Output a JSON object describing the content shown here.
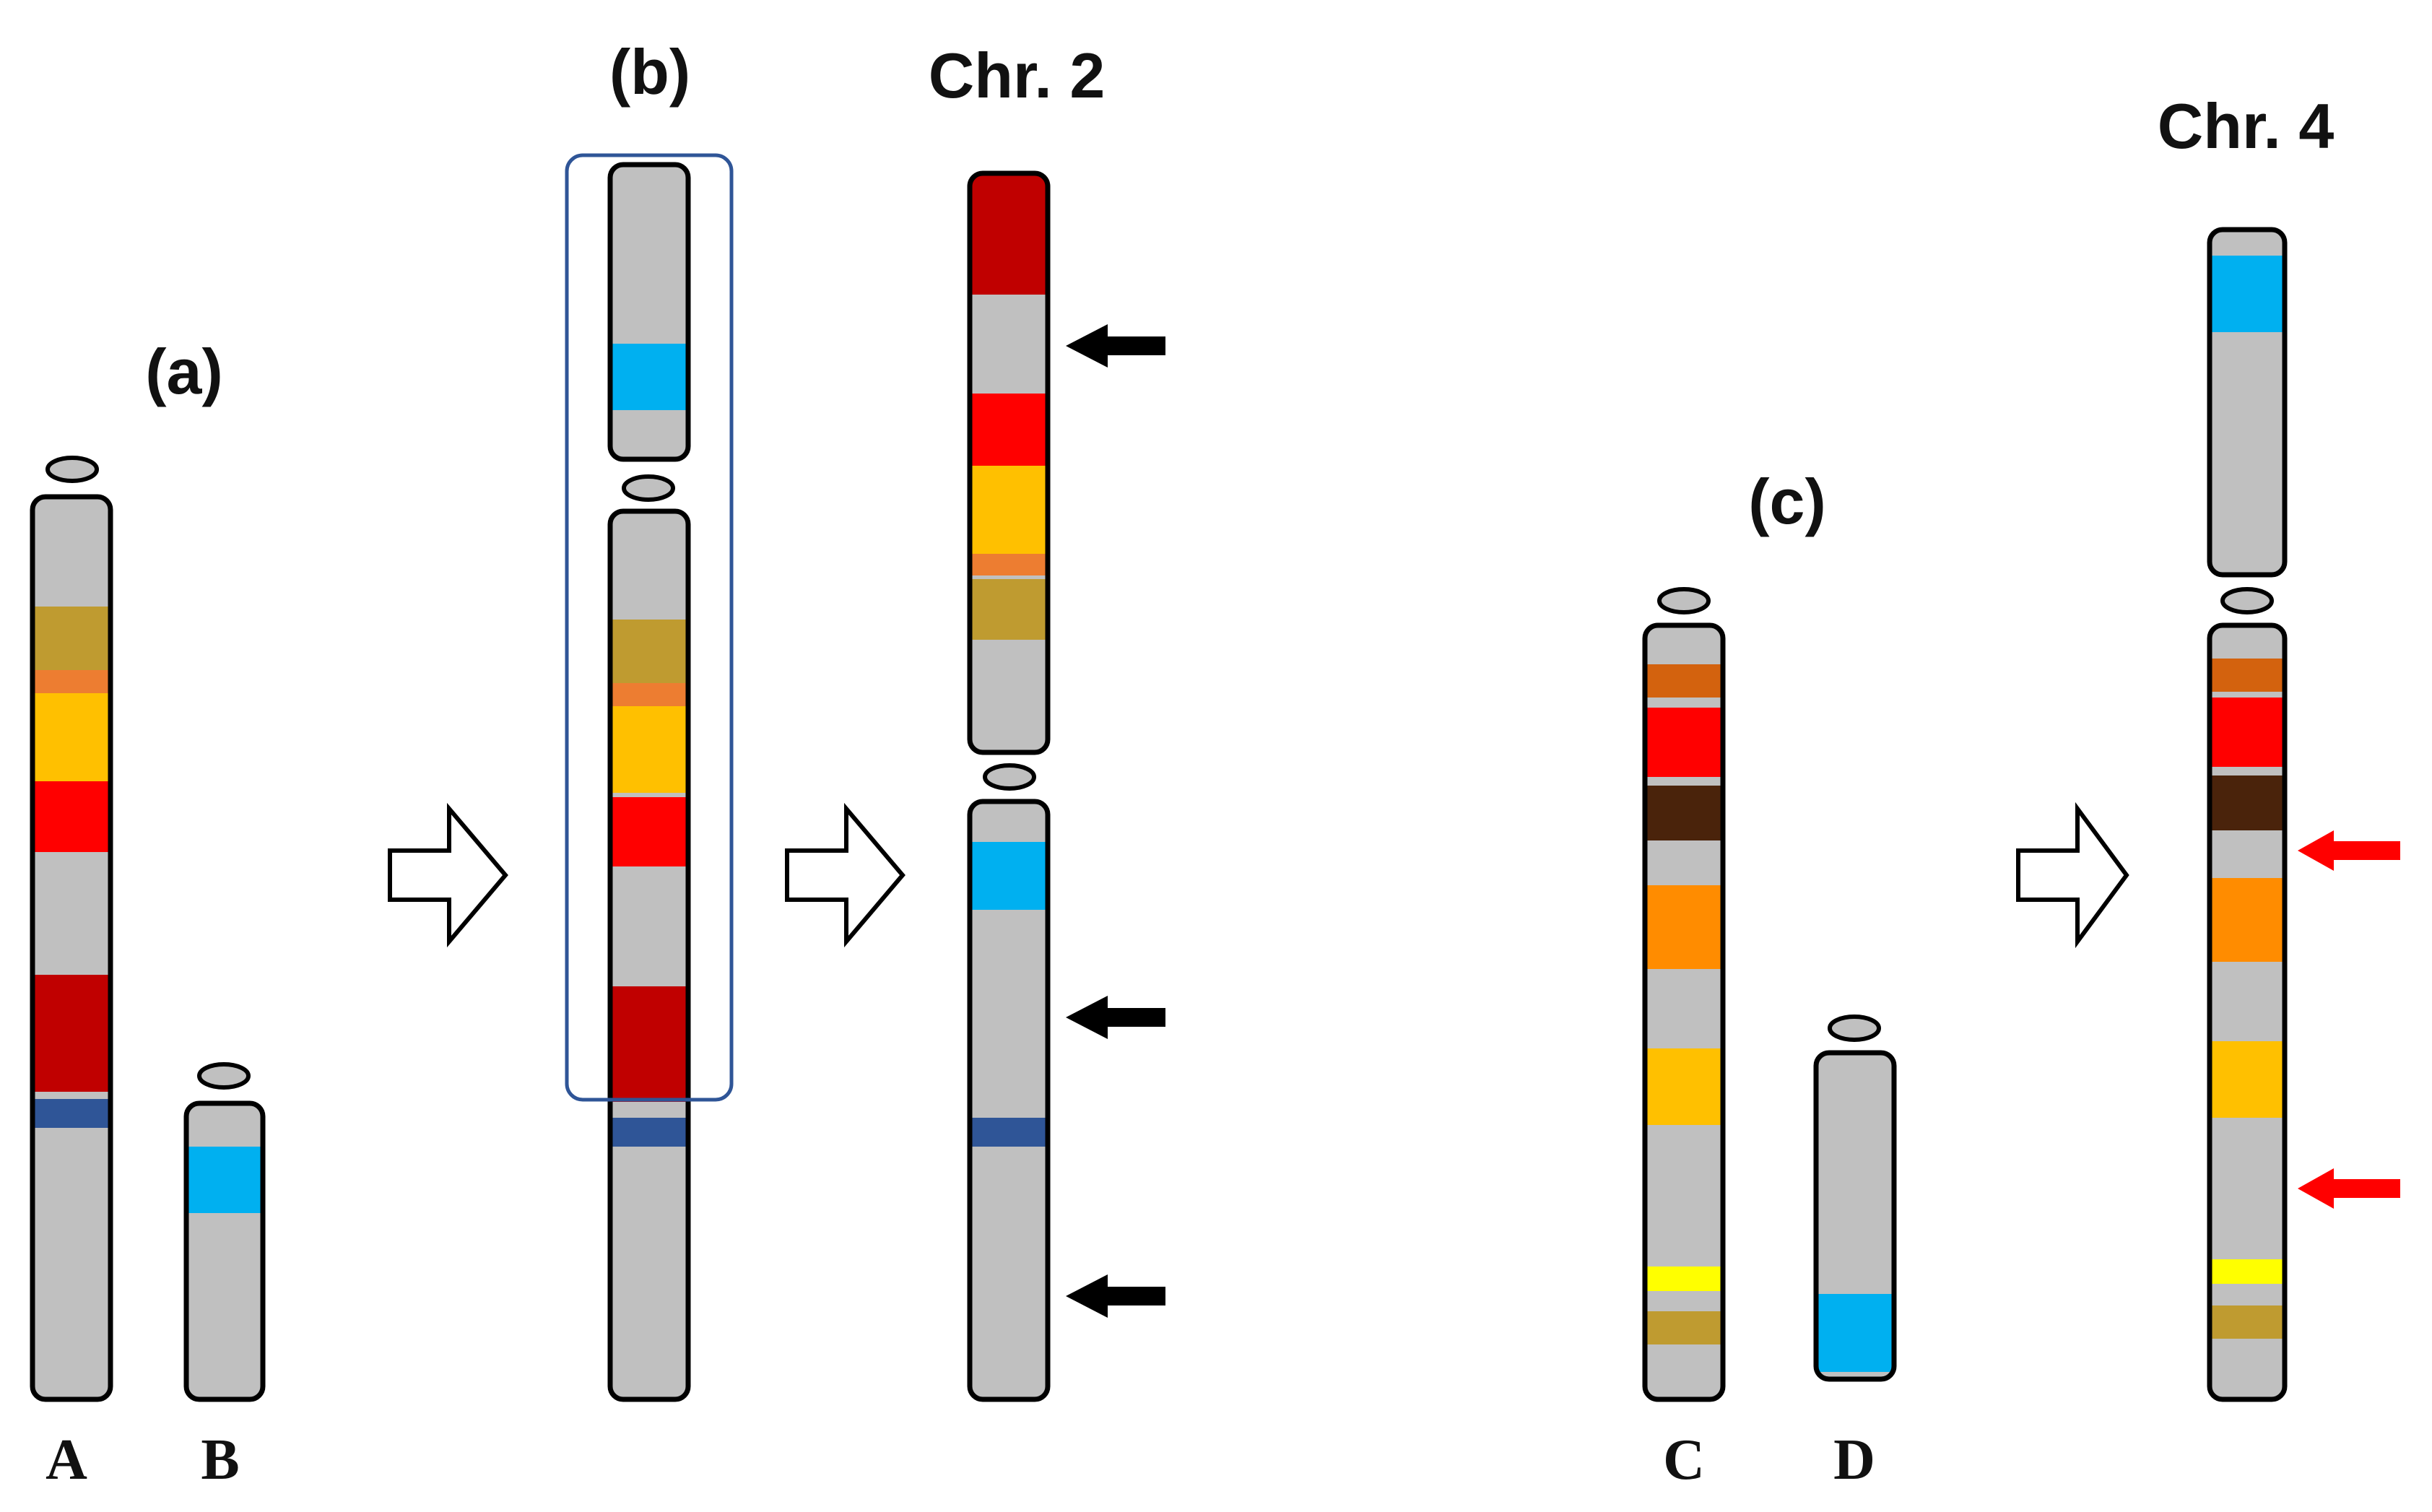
{
  "panels": {
    "a": "(a)",
    "b": "(b)",
    "c": "(c)"
  },
  "chromosome_titles": {
    "chr2": "Chr. 2",
    "chr4": "Chr. 4"
  },
  "chromosome_labels": {
    "A": "A",
    "B": "B",
    "C": "C",
    "D": "D"
  },
  "colors": {
    "chromosome_body": "#c0c0c0",
    "outline": "#000000",
    "dark_red": "#c00000",
    "red": "#ff0000",
    "gold": "#ffc000",
    "orange_thin": "#ed7d31",
    "olive": "#bf9b30",
    "sky_blue": "#00b0f0",
    "navy": "#2f5597",
    "brown_orange": "#d3620e",
    "dark_brown": "#4a230b",
    "orange": "#ff8c00",
    "yellow": "#ffff00",
    "fusion_box": "#2f5597",
    "black_arrow": "#000000",
    "red_arrow": "#ff0000"
  },
  "icons": {
    "process_arrow": "hollow-right-arrow",
    "marker_arrow": "left-pointing-arrow"
  }
}
